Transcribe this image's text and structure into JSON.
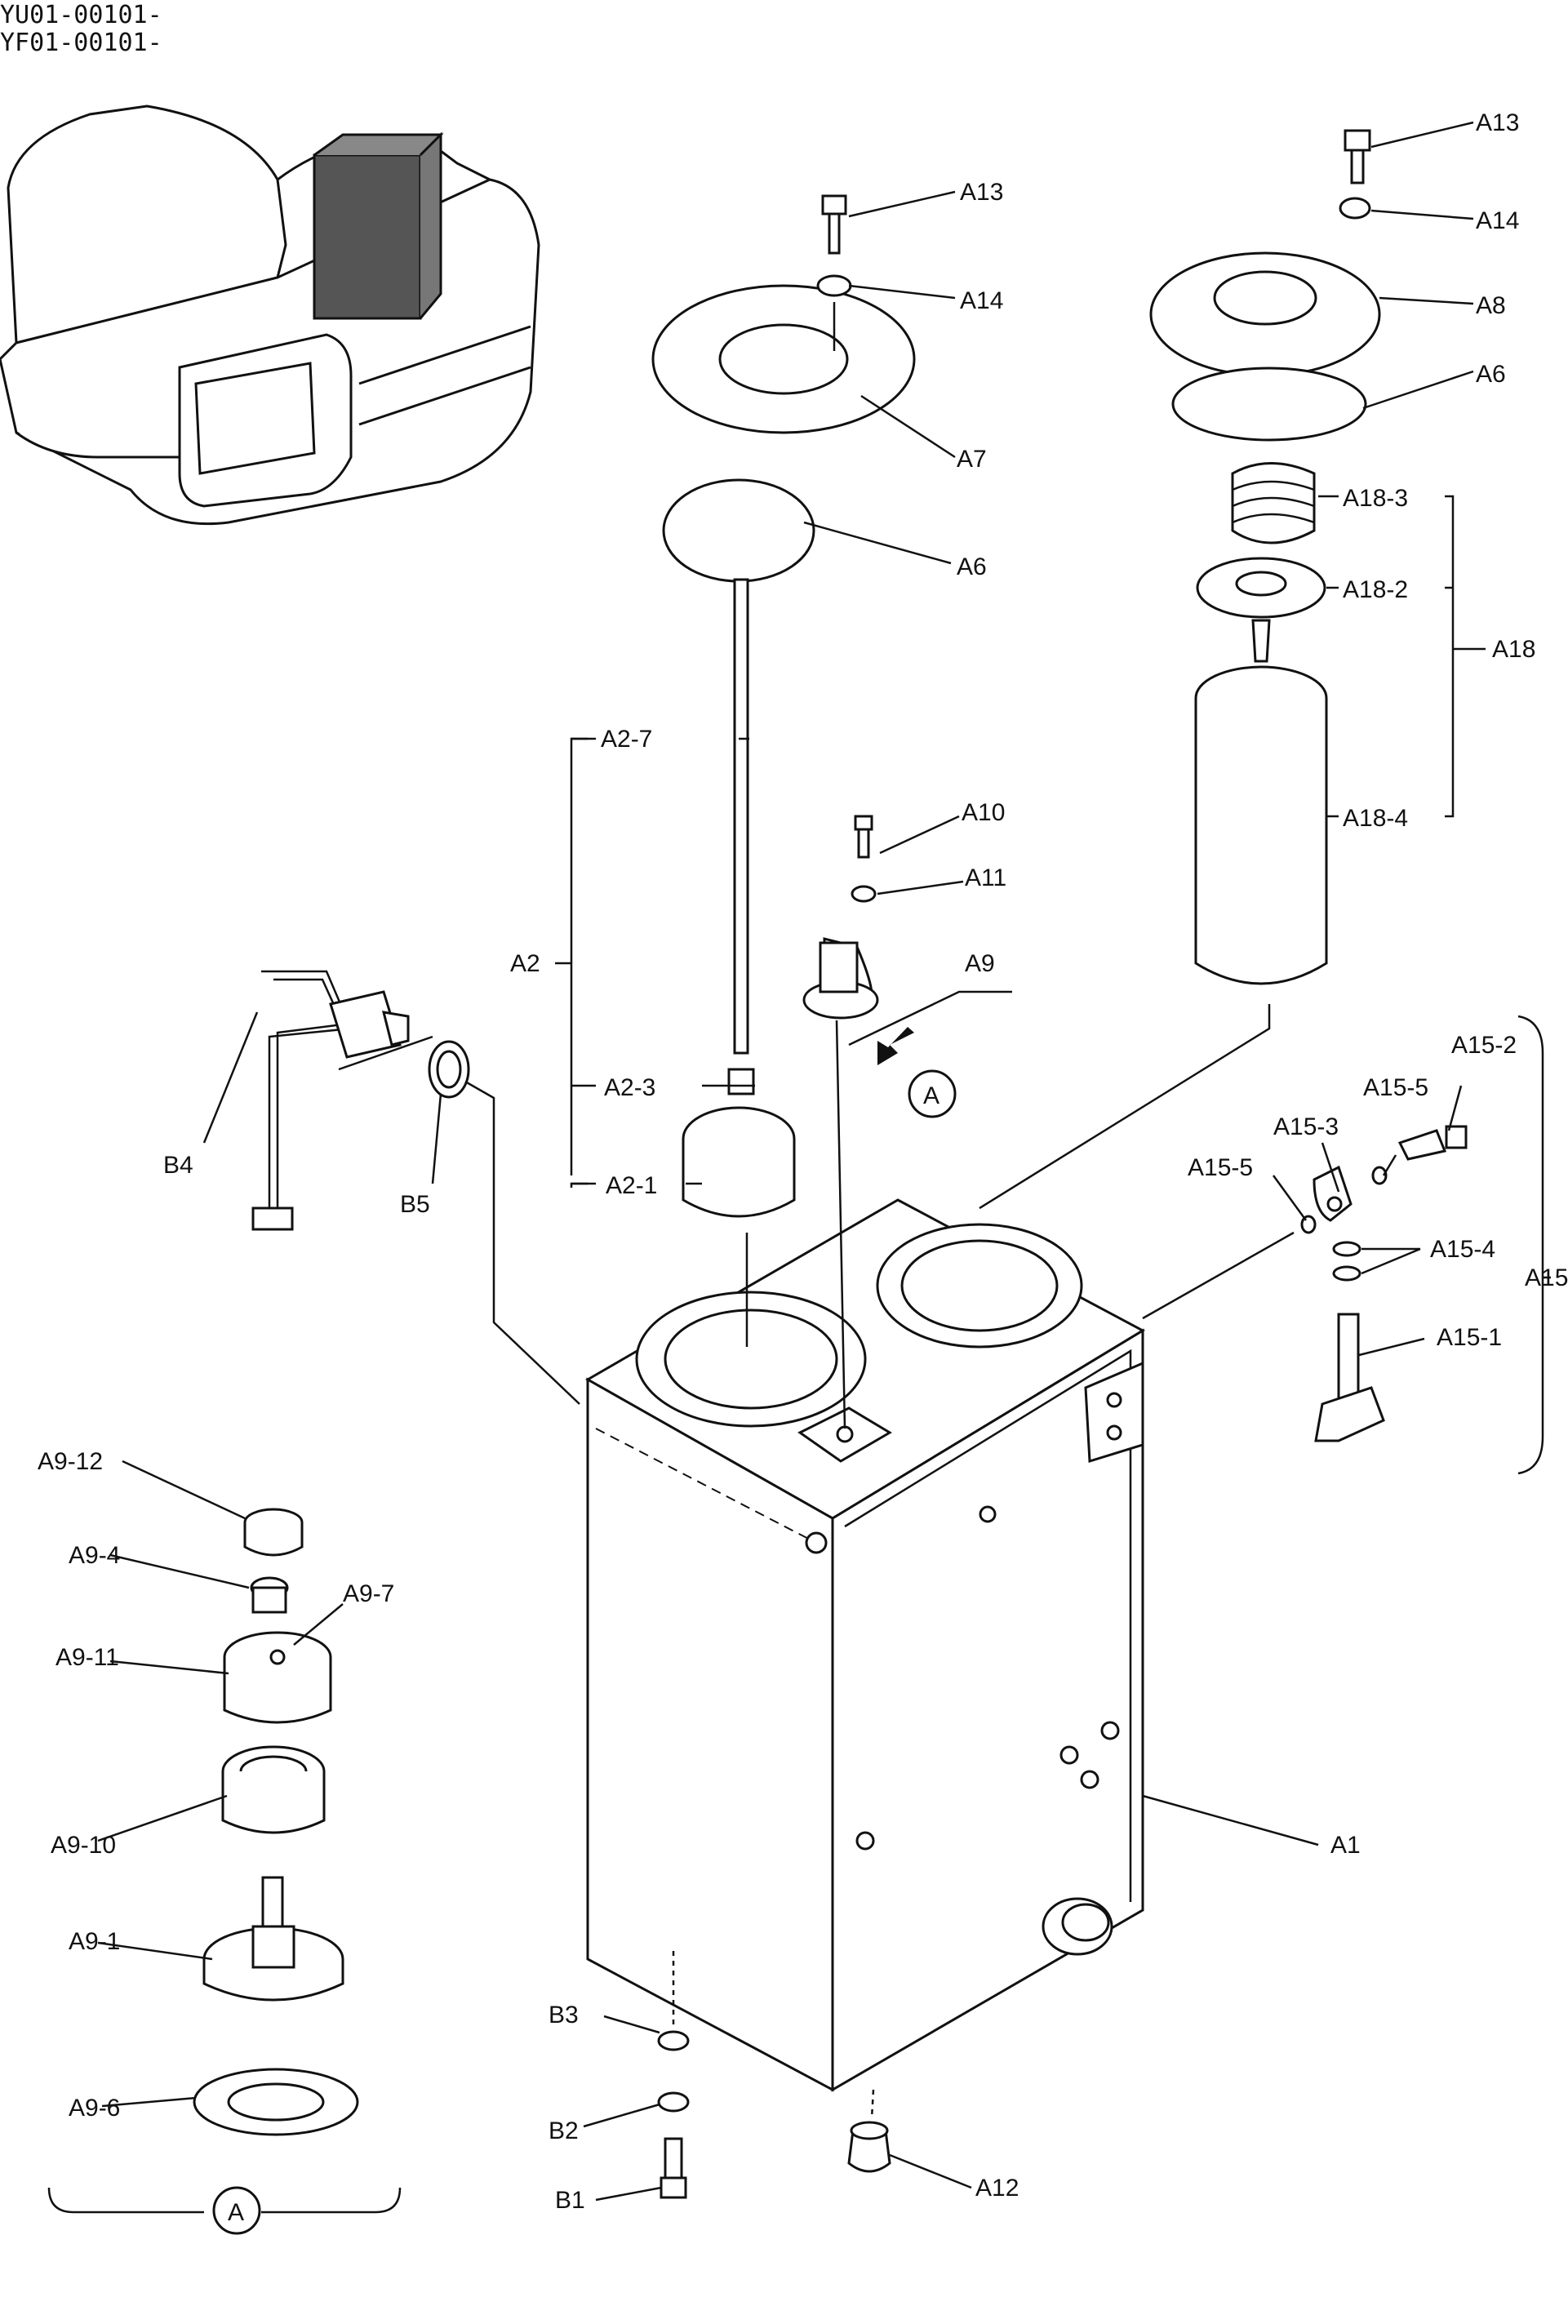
{
  "serials": [
    "YU01-00101-",
    "YF01-00101-"
  ],
  "labels": {
    "A1": "A1",
    "A2": "A2",
    "A2_1": "A2-1",
    "A2_3": "A2-3",
    "A2_7": "A2-7",
    "A6_left": "A6",
    "A6_right": "A6",
    "A7": "A7",
    "A8": "A8",
    "A9": "A9",
    "A9_1": "A9-1",
    "A9_4": "A9-4",
    "A9_6": "A9-6",
    "A9_7": "A9-7",
    "A9_10": "A9-10",
    "A9_11": "A9-11",
    "A9_12": "A9-12",
    "A10": "A10",
    "A11": "A11",
    "A12": "A12",
    "A13_left": "A13",
    "A13_right": "A13",
    "A14_left": "A14",
    "A14_right": "A14",
    "A15": "A15",
    "A15_1": "A15-1",
    "A15_2": "A15-2",
    "A15_3": "A15-3",
    "A15_4": "A15-4",
    "A15_5a": "A15-5",
    "A15_5b": "A15-5",
    "A18": "A18",
    "A18_2": "A18-2",
    "A18_3": "A18-3",
    "A18_4": "A18-4",
    "B1": "B1",
    "B2": "B2",
    "B3": "B3",
    "B4": "B4",
    "B5": "B5"
  },
  "callouts": {
    "view_marker": "A",
    "view_detail": "A"
  }
}
